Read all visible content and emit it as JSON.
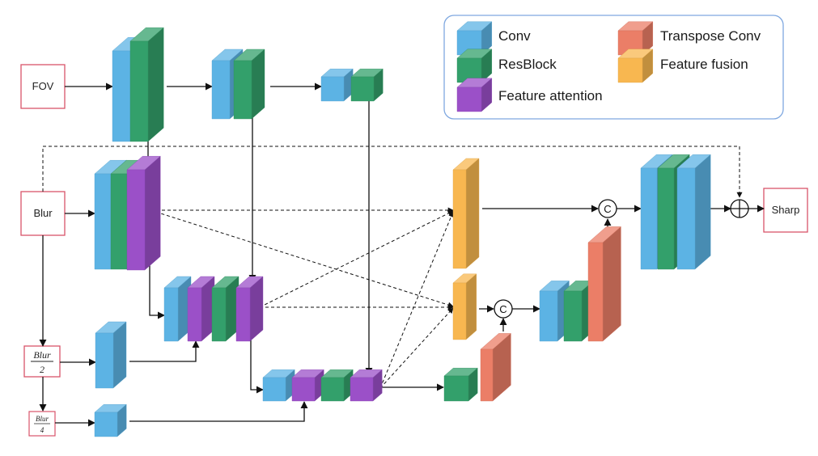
{
  "colors": {
    "conv": "#5CB3E4",
    "resblock": "#33A06B",
    "attention": "#9B50C8",
    "transpose": "#EB7E67",
    "fusion": "#F8B750",
    "legend_border": "#7FA8E0",
    "input_border": "#D9546A"
  },
  "legend": {
    "conv": "Conv",
    "resblock": "ResBlock",
    "attention": "Feature attention",
    "transpose": "Transpose Conv",
    "fusion": "Feature fusion"
  },
  "inputs": {
    "fov": "FOV",
    "blur": "Blur",
    "blur_half_num": "Blur",
    "blur_half_den": "2",
    "blur_quarter_num": "Blur",
    "blur_quarter_den": "4"
  },
  "output": {
    "sharp": "Sharp"
  },
  "ops": {
    "concat": "C"
  }
}
